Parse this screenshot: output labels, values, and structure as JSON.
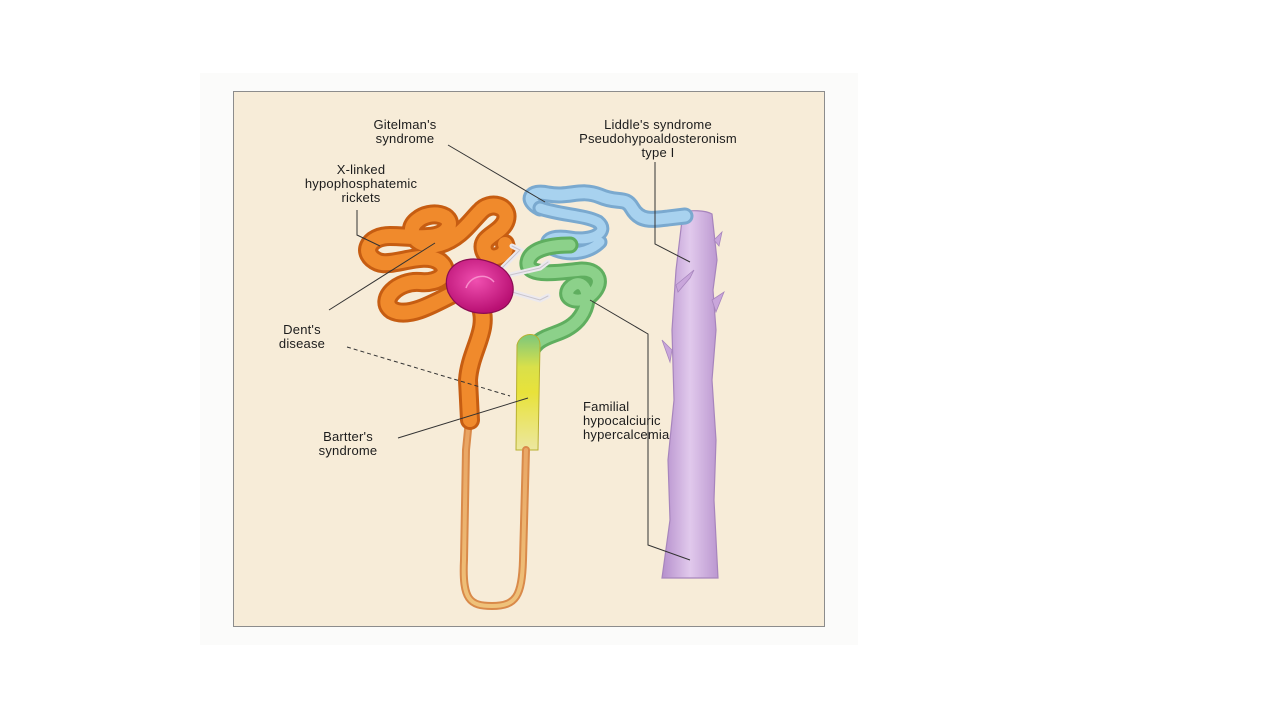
{
  "labels": {
    "gitelman": "Gitelman's\nsyndrome",
    "liddle": "Liddle's syndrome\nPseudohypoaldosteronism\ntype I",
    "xlinked": "X-linked\nhypophosphatemic\nrickets",
    "dent": "Dent's\ndisease",
    "bartter": "Bartter's\nsyndrome",
    "fhh": "Familial\nhypocalciuric\nhypercalcemia"
  },
  "colors": {
    "background": "#f7ecd8",
    "proximal_tubule": "#e8731f",
    "glomerulus": "#d81b8a",
    "thick_ascending_limb": "#e8e23a",
    "macula_region": "#7cc77c",
    "distal_tubule": "#8fc3e6",
    "collecting_duct": "#c5a1d6"
  }
}
